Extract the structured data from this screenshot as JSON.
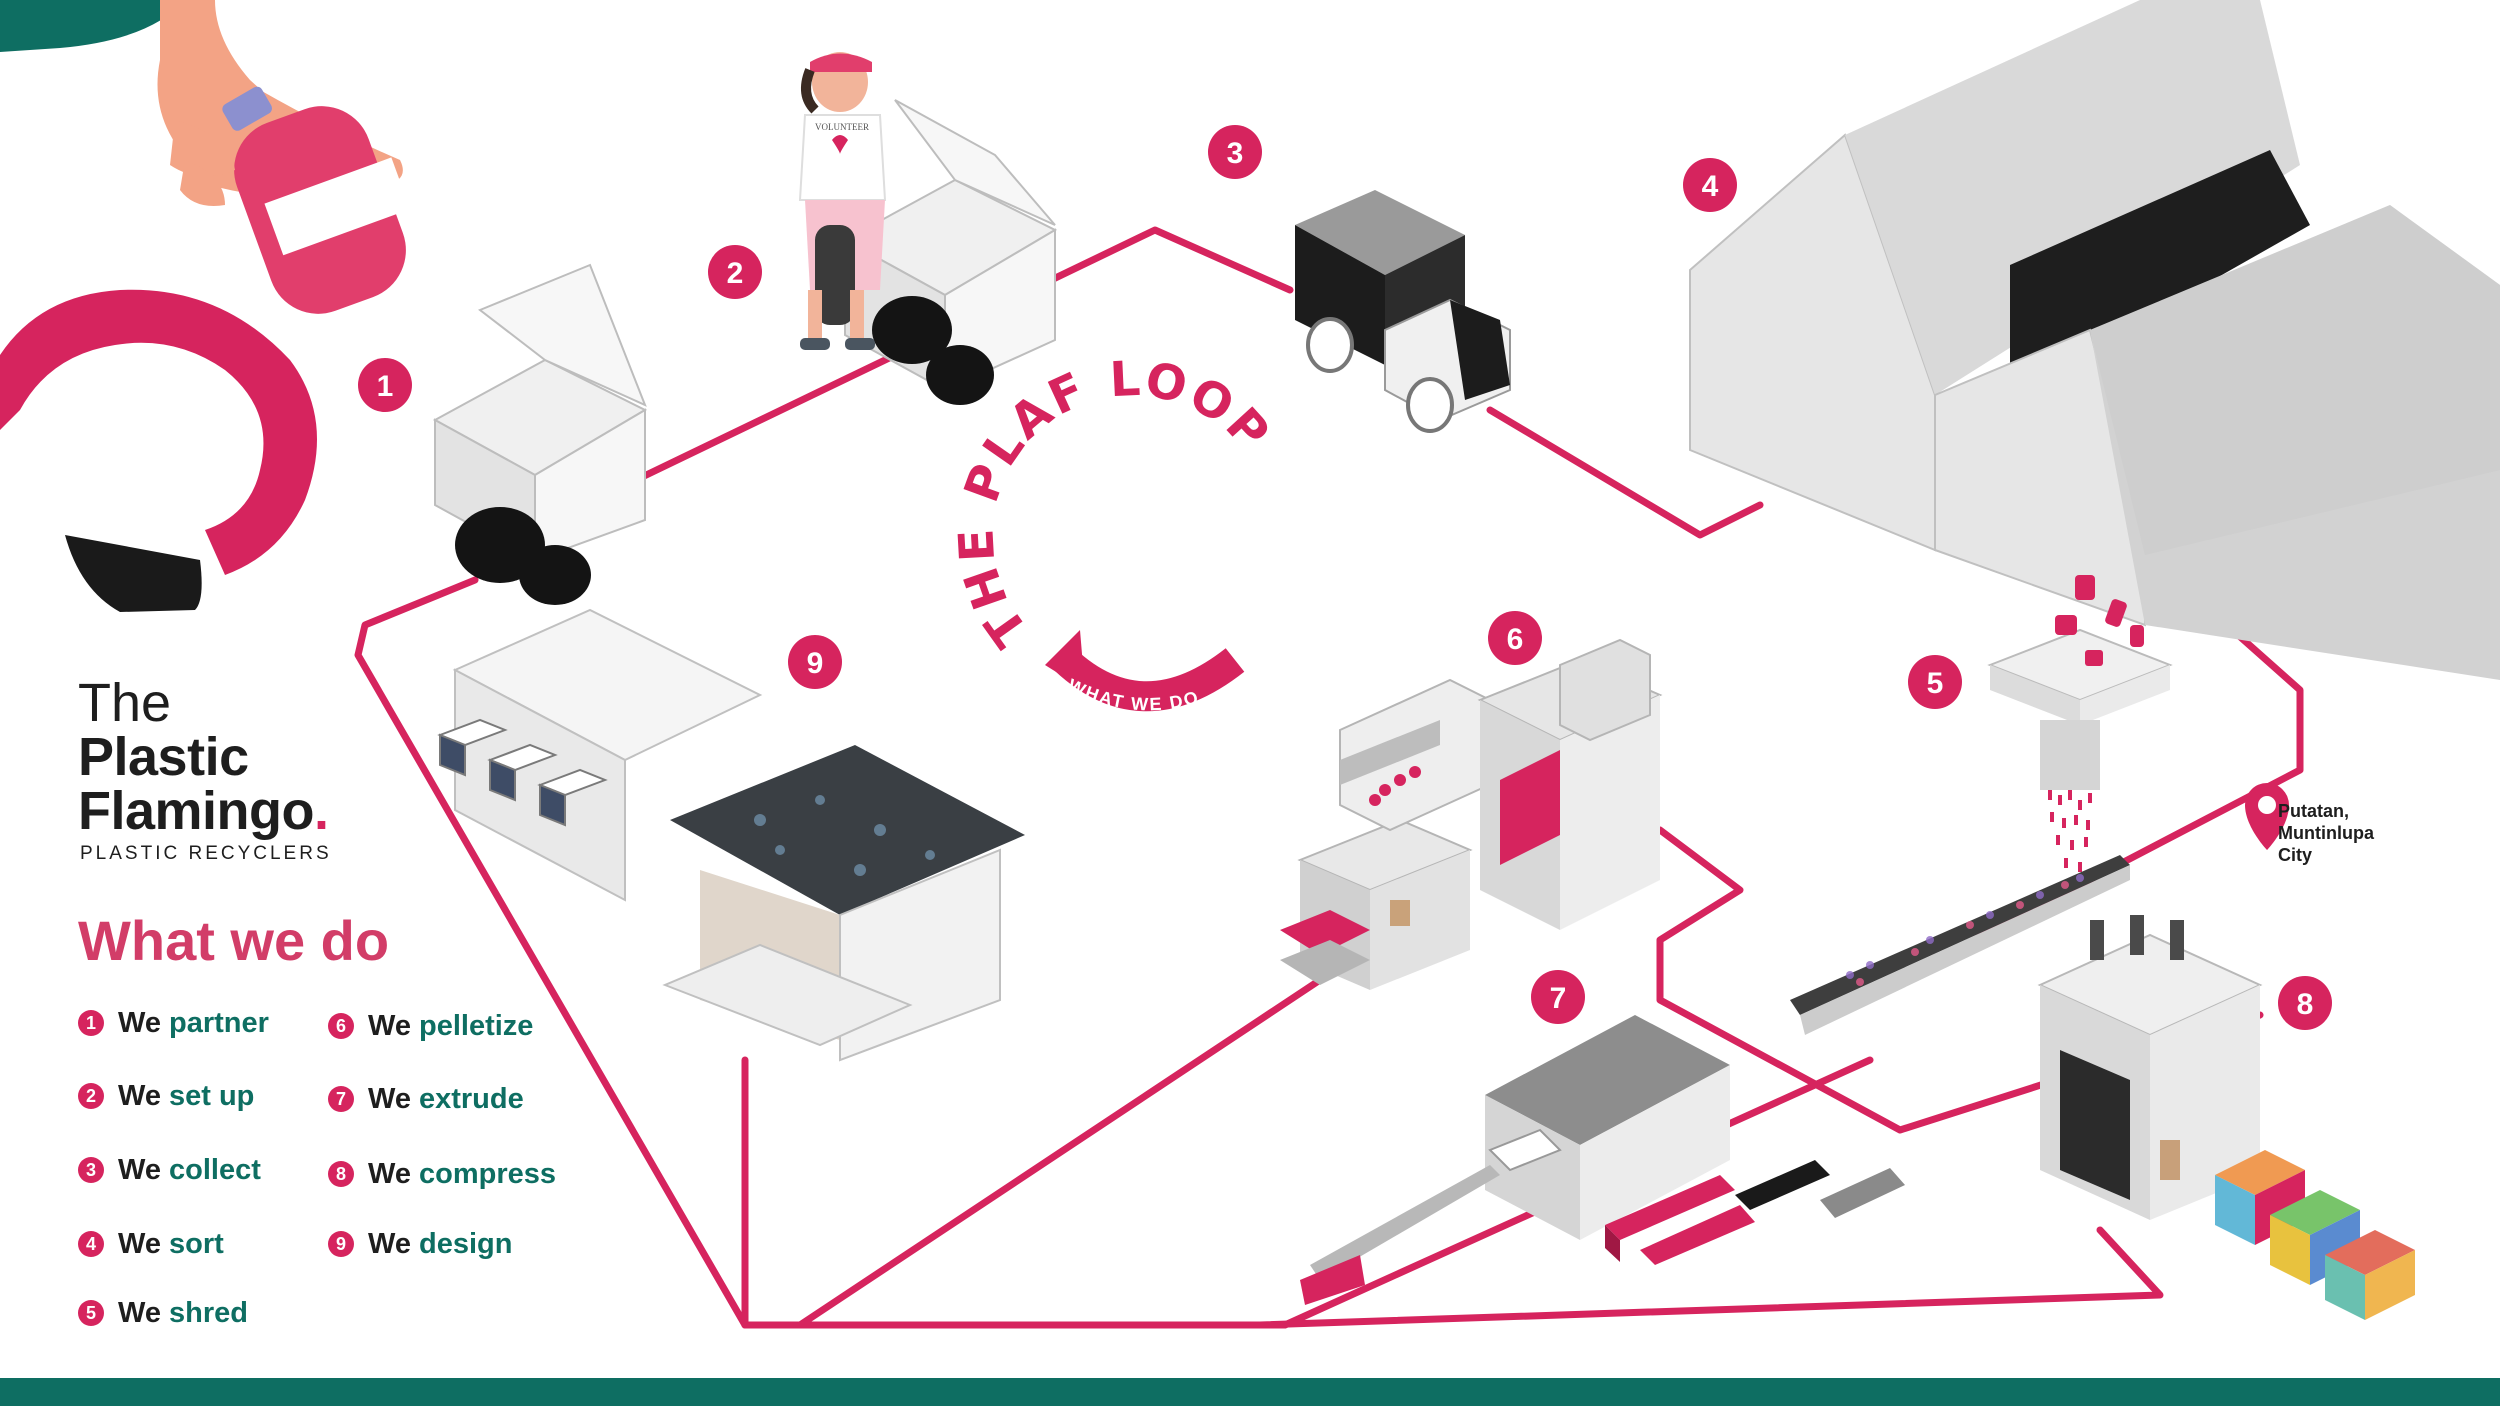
{
  "brand": {
    "the": "The",
    "line1": "Plastic",
    "line2": "Flamingo",
    "dot": ".",
    "subtitle": "PLASTIC RECYCLERS"
  },
  "section_title": "What we do",
  "loop": {
    "title": "THE PLAF LOOP",
    "subtitle": "WHAT WE DO"
  },
  "steps": [
    {
      "num": "1",
      "we": "We",
      "verb": "partner"
    },
    {
      "num": "2",
      "we": "We",
      "verb": "set up"
    },
    {
      "num": "3",
      "we": "We",
      "verb": "collect"
    },
    {
      "num": "4",
      "we": "We",
      "verb": "sort"
    },
    {
      "num": "5",
      "we": "We",
      "verb": "shred"
    },
    {
      "num": "6",
      "we": "We",
      "verb": "pelletize"
    },
    {
      "num": "7",
      "we": "We",
      "verb": "extrude"
    },
    {
      "num": "8",
      "we": "We",
      "verb": "compress"
    },
    {
      "num": "9",
      "we": "We",
      "verb": "design"
    }
  ],
  "location": {
    "line1": "Putatan,",
    "line2": "Muntinlupa",
    "line3": "City"
  },
  "tshirt_text": "VOLUNTEER",
  "colors": {
    "pink": "#d6245e",
    "teal": "#0e6e62",
    "text": "#1e1e1e",
    "grey": "#c8c8c8"
  },
  "icons": [
    "hand-bottle-icon",
    "flamingo-logo-icon",
    "location-pin-icon",
    "loop-arrow-icon"
  ]
}
